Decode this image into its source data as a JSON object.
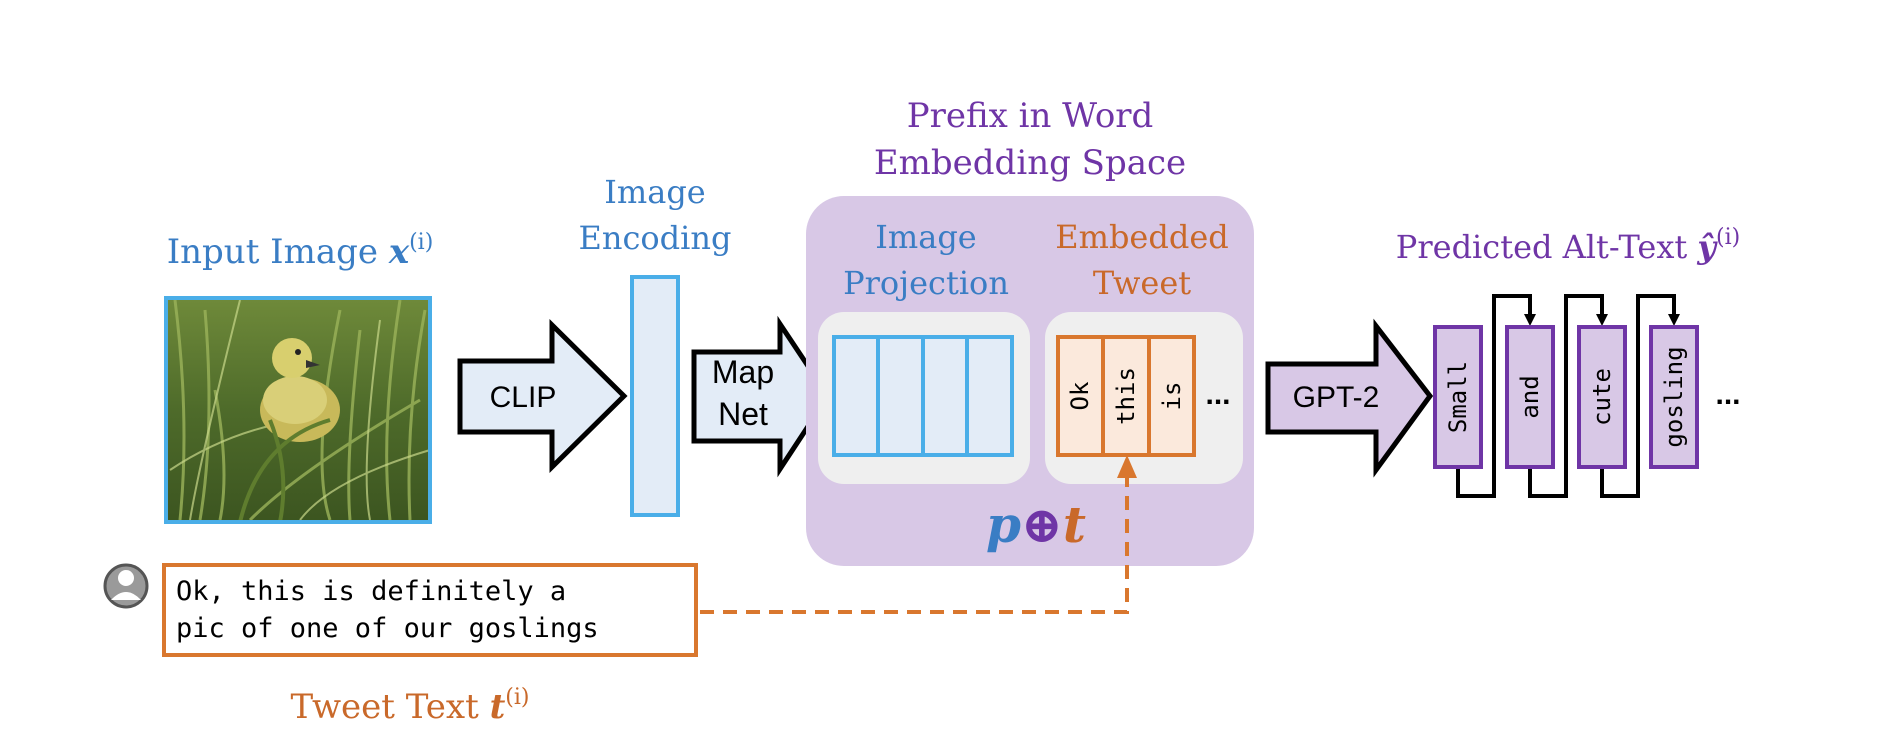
{
  "colors": {
    "blue": "#3a7dc4",
    "light_blue_border": "#4aaee8",
    "light_blue_fill": "#e3ecf7",
    "orange": "#d9772e",
    "orange_text": "#c9692a",
    "orange_fill": "#fbe9dc",
    "purple": "#6f35a6",
    "purple_bg": "#d8c8e6",
    "purple_fill": "#d8c8e6",
    "gray_panel": "#efefef"
  },
  "labels": {
    "input_image": "Input Image ",
    "input_image_var": "x",
    "input_image_sup": "(i)",
    "image_encoding_1": "Image",
    "image_encoding_2": "Encoding",
    "prefix_1": "Prefix in Word",
    "prefix_2": "Embedding Space",
    "image_projection_1": "Image",
    "image_projection_2": "Projection",
    "embedded_tweet_1": "Embedded",
    "embedded_tweet_2": "Tweet",
    "predicted_alt_text": "Predicted Alt-Text ",
    "predicted_var": "ŷ",
    "predicted_sup": "(i)",
    "tweet_text": "Tweet Text ",
    "tweet_var": "t",
    "tweet_sup": "(i)",
    "p": "p",
    "oplus": "⊕",
    "t": "t"
  },
  "arrows": {
    "clip": "CLIP",
    "map_net_1": "Map",
    "map_net_2": "Net",
    "gpt2": "GPT-2"
  },
  "tweet": {
    "line1": "Ok, this is definitely a",
    "line2": "pic of one of our goslings"
  },
  "embedded_tokens": [
    "Ok",
    "this",
    "is"
  ],
  "ellipsis": "...",
  "output_tokens": [
    "Small",
    "and",
    "cute",
    "gosling"
  ],
  "icons": {
    "user": "user-avatar-icon",
    "photo": "gosling-photo"
  }
}
